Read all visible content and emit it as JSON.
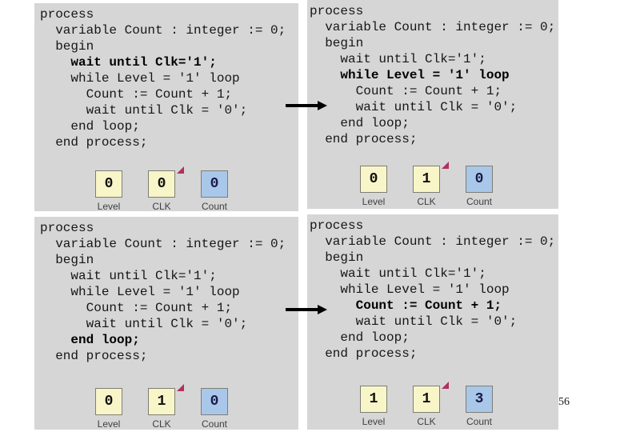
{
  "slide": {
    "page_number": "56"
  },
  "colors": {
    "panel_background": "#d6d6d6",
    "code_text": "#161616",
    "signal_box_yellow": "#f8f5c8",
    "signal_box_blue": "#a9c7e8",
    "signal_box_border": "#7e7e74",
    "change_marker_red": "#b03060",
    "arrow_black": "#000000",
    "page_background": "#ffffff"
  },
  "icons": {
    "change_marker": "small red triangle at top-right of CLK box",
    "transition_arrow": "black right-pointing arrow between panels"
  },
  "panels": [
    {
      "id": "top-left",
      "code": [
        {
          "text": "process",
          "bold": false
        },
        {
          "text": "  variable Count : integer := 0;",
          "bold": false
        },
        {
          "text": "  begin",
          "bold": false
        },
        {
          "text": "    wait until Clk='1';",
          "bold": true
        },
        {
          "text": "    while Level = '1' loop",
          "bold": false
        },
        {
          "text": "      Count := Count + 1;",
          "bold": false
        },
        {
          "text": "      wait until Clk = '0';",
          "bold": false
        },
        {
          "text": "    end loop;",
          "bold": false
        },
        {
          "text": "  end process;",
          "bold": false
        }
      ],
      "signals": [
        {
          "label": "Level",
          "value": "0",
          "marker": false
        },
        {
          "label": "CLK",
          "value": "0",
          "marker": true
        },
        {
          "label": "Count",
          "value": "0",
          "marker": false
        }
      ]
    },
    {
      "id": "top-right",
      "code": [
        {
          "text": "process",
          "bold": false
        },
        {
          "text": "  variable Count : integer := 0;",
          "bold": false
        },
        {
          "text": "  begin",
          "bold": false
        },
        {
          "text": "    wait until Clk='1';",
          "bold": false
        },
        {
          "text": "    while Level = '1' loop",
          "bold": true
        },
        {
          "text": "      Count := Count + 1;",
          "bold": false
        },
        {
          "text": "      wait until Clk = '0';",
          "bold": false
        },
        {
          "text": "    end loop;",
          "bold": false
        },
        {
          "text": "  end process;",
          "bold": false
        }
      ],
      "signals": [
        {
          "label": "Level",
          "value": "0",
          "marker": false
        },
        {
          "label": "CLK",
          "value": "1",
          "marker": true
        },
        {
          "label": "Count",
          "value": "0",
          "marker": false
        }
      ]
    },
    {
      "id": "bottom-left",
      "code": [
        {
          "text": "process",
          "bold": false
        },
        {
          "text": "  variable Count : integer := 0;",
          "bold": false
        },
        {
          "text": "  begin",
          "bold": false
        },
        {
          "text": "    wait until Clk='1';",
          "bold": false
        },
        {
          "text": "    while Level = '1' loop",
          "bold": false
        },
        {
          "text": "      Count := Count + 1;",
          "bold": false
        },
        {
          "text": "      wait until Clk = '0';",
          "bold": false
        },
        {
          "text": "    end loop;",
          "bold": true
        },
        {
          "text": "  end process;",
          "bold": false
        }
      ],
      "signals": [
        {
          "label": "Level",
          "value": "0",
          "marker": false
        },
        {
          "label": "CLK",
          "value": "1",
          "marker": true
        },
        {
          "label": "Count",
          "value": "0",
          "marker": false
        }
      ]
    },
    {
      "id": "bottom-right",
      "code": [
        {
          "text": "process",
          "bold": false
        },
        {
          "text": "  variable Count : integer := 0;",
          "bold": false
        },
        {
          "text": "  begin",
          "bold": false
        },
        {
          "text": "    wait until Clk='1';",
          "bold": false
        },
        {
          "text": "    while Level = '1' loop",
          "bold": false
        },
        {
          "text": "      Count := Count + 1;",
          "bold": true
        },
        {
          "text": "      wait until Clk = '0';",
          "bold": false
        },
        {
          "text": "    end loop;",
          "bold": false
        },
        {
          "text": "  end process;",
          "bold": false
        }
      ],
      "signals": [
        {
          "label": "Level",
          "value": "1",
          "marker": false
        },
        {
          "label": "CLK",
          "value": "1",
          "marker": true
        },
        {
          "label": "Count",
          "value": "3",
          "marker": false
        }
      ]
    }
  ]
}
